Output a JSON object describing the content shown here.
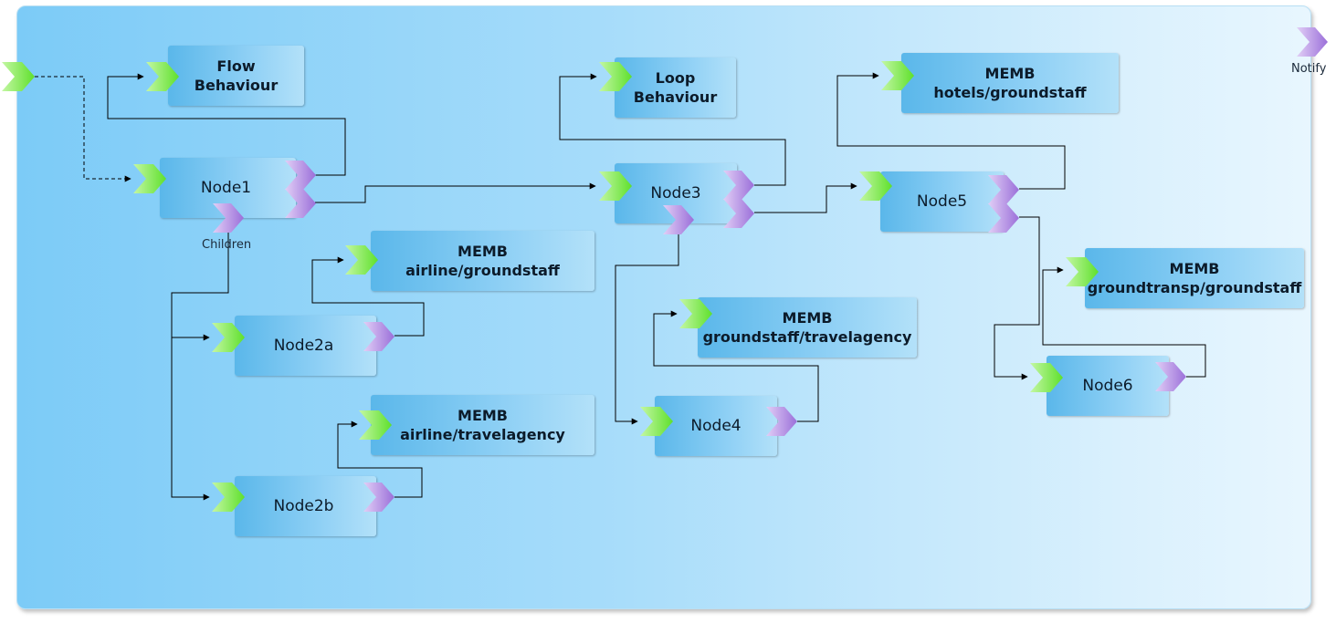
{
  "boxes": {
    "flow": {
      "line1": "Flow",
      "line2": "Behaviour"
    },
    "loop": {
      "line1": "Loop",
      "line2": "Behaviour"
    },
    "node1": "Node1",
    "node2a": "Node2a",
    "node2b": "Node2b",
    "node3": "Node3",
    "node4": "Node4",
    "node5": "Node5",
    "node6": "Node6",
    "memb_airline_ground": {
      "line1": "MEMB",
      "line2": "airline/groundstaff"
    },
    "memb_airline_travel": {
      "line1": "MEMB",
      "line2": "airline/travelagency"
    },
    "memb_ground_travel": {
      "line1": "MEMB",
      "line2": "groundstaff/travelagency"
    },
    "memb_hotels_ground": {
      "line1": "MEMB",
      "line2": "hotels/groundstaff"
    },
    "memb_groundtransp": {
      "line1": "MEMB",
      "line2": "groundtransp/groundstaff"
    }
  },
  "labels": {
    "children": "Children",
    "notify": "Notify"
  },
  "colors": {
    "input_port": "#7ee94a",
    "output_port": "#b691e6",
    "box_fill": "#5ab7ea",
    "canvas": "#7ccbf7"
  },
  "icons": {
    "input_port": "green-chevron-icon",
    "output_port": "purple-chevron-icon"
  }
}
